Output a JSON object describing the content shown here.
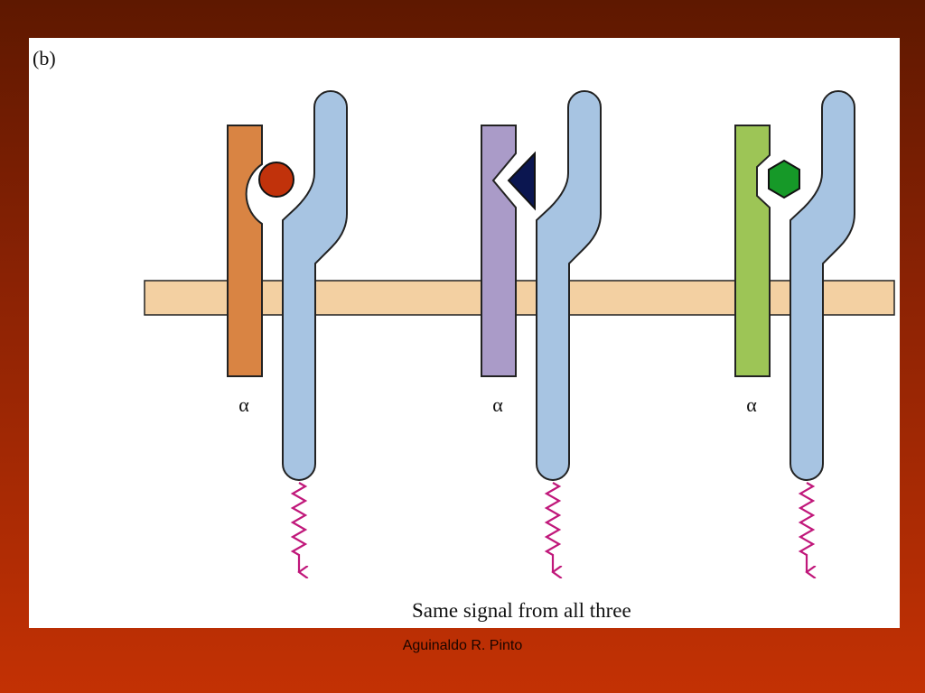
{
  "panel_label": "(b)",
  "subunit_label": "α",
  "caption": "Same signal from all three",
  "footer_credit": "Aguinaldo R. Pinto",
  "colors": {
    "membrane": "#f3d0a2",
    "beta_subunit": "#a7c4e2",
    "alpha_subunits": [
      "#d98443",
      "#aa9bc8",
      "#9dc556"
    ],
    "ligands": [
      "#c1320b",
      "#0b1650",
      "#169928"
    ],
    "signal_arrow": "#c0177a"
  },
  "receptors": [
    {
      "alpha_label": "α",
      "ligand_shape": "circle"
    },
    {
      "alpha_label": "α",
      "ligand_shape": "triangle"
    },
    {
      "alpha_label": "α",
      "ligand_shape": "hexagon"
    }
  ]
}
